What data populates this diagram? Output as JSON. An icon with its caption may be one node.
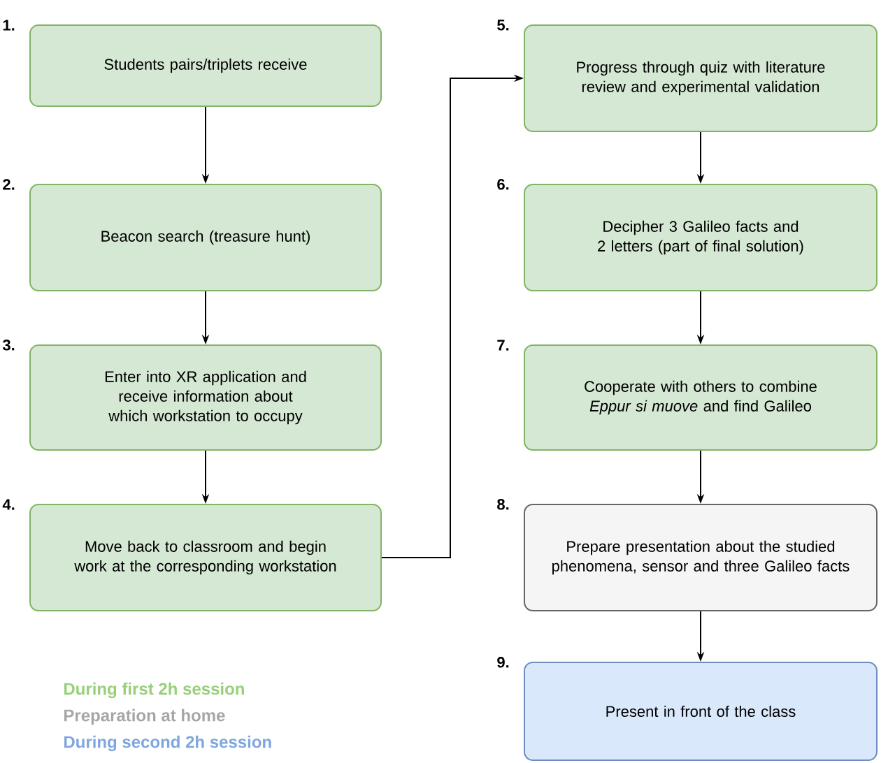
{
  "diagram": {
    "nodes": [
      {
        "text": [
          "Students pairs/triplets receive"
        ],
        "beside": [
          "1."
        ]
      },
      {
        "text": [
          "Beacon search (treasure hunt)"
        ],
        "beside": [
          "2."
        ]
      },
      {
        "text": [
          "Enter into XR application and receive information about which workstation to occupy"
        ],
        "beside": [
          "3."
        ]
      },
      {
        "text": [
          "Move back to classroom and begin work at the corresponding workstation"
        ],
        "beside": [
          "4."
        ]
      },
      {
        "text": [
          "Progress through quiz with literature review and experimental validation"
        ],
        "beside": [
          "5."
        ]
      },
      {
        "text": [
          "Decipher 3 Galileo facts and 2 letters (part of final solution)"
        ],
        "beside": [
          "6."
        ]
      },
      {
        "text": [
          "Cooperate with others to combine *Eppur si muove* and find Galileo"
        ],
        "beside": [
          "7."
        ]
      },
      {
        "text": [
          "Prepare presentation about the studied phenomena, sensor and three Galileo facts"
        ],
        "beside": [
          "8."
        ]
      },
      {
        "text": [
          "Present in front of the class"
        ],
        "beside": [
          "9."
        ]
      }
    ],
    "edges": [
      {
        "from": 0,
        "to": 1,
        "arrow": "to"
      },
      {
        "from": 1,
        "to": 2,
        "arrow": "to"
      },
      {
        "from": 2,
        "to": 3,
        "arrow": "to"
      },
      {
        "from": 3,
        "to": 4,
        "arrow": "to"
      },
      {
        "from": 4,
        "to": 5,
        "arrow": "to"
      },
      {
        "from": 5,
        "to": 6,
        "arrow": "to"
      },
      {
        "from": 6,
        "to": 7,
        "arrow": "to"
      },
      {
        "from": 7,
        "to": 8,
        "arrow": "to"
      }
    ],
    "legend": [
      {
        "text": "During first 2h session",
        "color": "#97d077"
      },
      {
        "text": "Preparation at home",
        "color": "#a6a6a6"
      },
      {
        "text": "During second 2h session",
        "color": "#7ea6e0"
      }
    ]
  }
}
